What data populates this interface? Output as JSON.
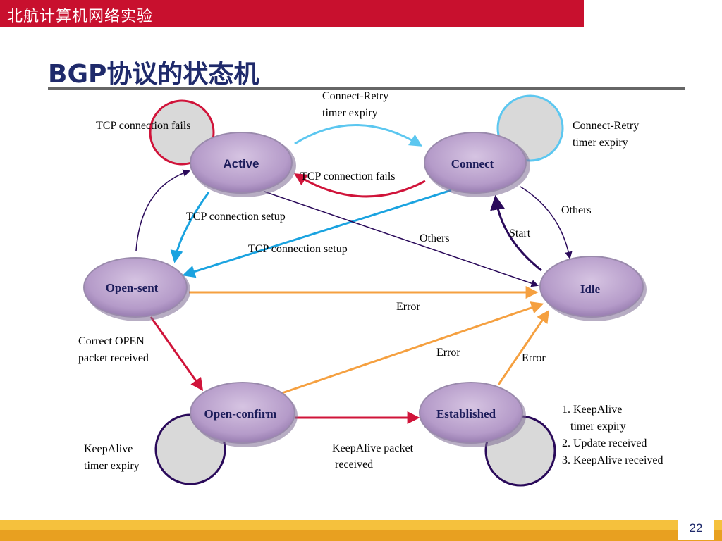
{
  "header": {
    "title": "北航计算机网络实验"
  },
  "slide": {
    "title": "BGP协议的状态机",
    "page_number": "22"
  },
  "colors": {
    "header_red": "#c8102e",
    "state_fill": "#b9a0cc",
    "red_arrow": "#d0143a",
    "blue_arrow": "#1aa3e0",
    "light_blue_arrow": "#5cc7f0",
    "orange_arrow": "#f5a040",
    "dark_arrow": "#2a0a5a"
  },
  "states": {
    "active": "Active",
    "connect": "Connect",
    "open_sent": "Open-sent",
    "idle": "Idle",
    "open_confirm": "Open-confirm",
    "established": "Established"
  },
  "labels": {
    "active_self_loop": "TCP connection fails",
    "connect_retry_top_1": "Connect-Retry",
    "connect_retry_top_2": "timer expiry",
    "connect_self_loop_1": "Connect-Retry",
    "connect_self_loop_2": "timer expiry",
    "connect_to_active": "TCP connection fails",
    "active_to_opensent": "TCP connection setup",
    "connect_to_opensent": "TCP connection setup",
    "active_to_idle": "Others",
    "connect_to_idle": "Others",
    "idle_to_connect": "Start",
    "opensent_to_idle": "Error",
    "openconfirm_to_idle": "Error",
    "established_to_idle": "Error",
    "opensent_to_openconfirm_1": "Correct OPEN",
    "opensent_to_openconfirm_2": "packet received",
    "openconfirm_self_loop_1": "KeepAlive",
    "openconfirm_self_loop_2": "timer expiry",
    "openconfirm_to_established_1": "KeepAlive packet",
    "openconfirm_to_established_2": " received",
    "established_self_1": "1. KeepAlive",
    "established_self_2": "   timer expiry",
    "established_self_3": "2. Update received",
    "established_self_4": "3. KeepAlive received"
  }
}
